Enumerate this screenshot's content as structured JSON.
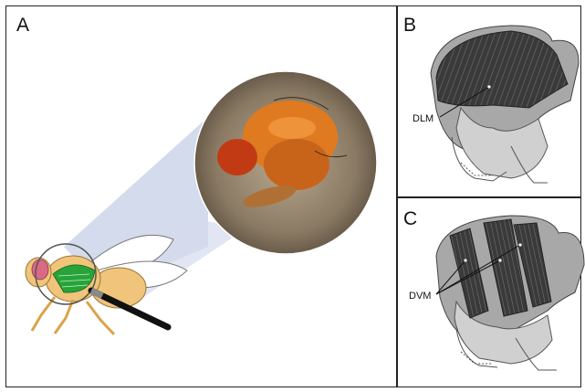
{
  "panels": {
    "a": {
      "label": "A"
    },
    "b": {
      "label": "B",
      "callout": "DLM"
    },
    "c": {
      "label": "C",
      "callout": "DVM"
    }
  },
  "colors": {
    "thorax_grey": "#a8a8a8",
    "muscle_dark": "#3c3c3c",
    "fly_body": "#f0c47a",
    "fly_muscle": "#27a33a",
    "fly_eye": "#d86a86",
    "magnify_beam": "#c6cfe6",
    "photo_bg": "#8a7a64",
    "photo_orange": "#e07a20"
  }
}
